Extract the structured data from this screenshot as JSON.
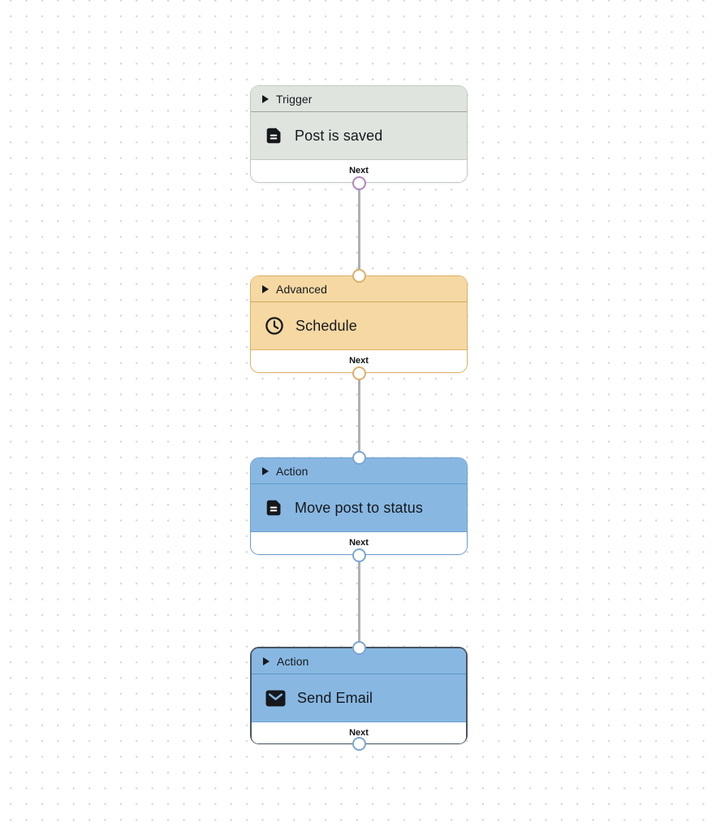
{
  "canvas": {
    "background_color": "#ffffff",
    "dot_grid_color": "#d8d8dc"
  },
  "colors": {
    "trigger_fill": "#dfe4df",
    "trigger_border": "#c3cac3",
    "advanced_fill": "#f5d8a2",
    "advanced_border": "#ddb266",
    "action_fill": "#88b8e2",
    "action_border": "#6b9fd1",
    "selected_border": "#4a545f",
    "edge_color": "#aeb0b6",
    "port_trigger_output": "#b283bd",
    "port_advanced": "#d9b06a",
    "port_action": "#7ba6d2"
  },
  "nodes": [
    {
      "category": "Trigger",
      "title": "Post is saved",
      "icon": "document-icon",
      "footer_label": "Next",
      "selected": false,
      "has_input_port": false,
      "has_output_port": true
    },
    {
      "category": "Advanced",
      "title": "Schedule",
      "icon": "clock-icon",
      "footer_label": "Next",
      "selected": false,
      "has_input_port": true,
      "has_output_port": true
    },
    {
      "category": "Action",
      "title": "Move post to status",
      "icon": "document-icon",
      "footer_label": "Next",
      "selected": false,
      "has_input_port": true,
      "has_output_port": true
    },
    {
      "category": "Action",
      "title": "Send Email",
      "icon": "envelope-icon",
      "footer_label": "Next",
      "selected": true,
      "has_input_port": true,
      "has_output_port": true
    }
  ],
  "edges": [
    {
      "from": "Post is saved",
      "to": "Schedule"
    },
    {
      "from": "Schedule",
      "to": "Move post to status"
    },
    {
      "from": "Move post to status",
      "to": "Send Email"
    }
  ]
}
